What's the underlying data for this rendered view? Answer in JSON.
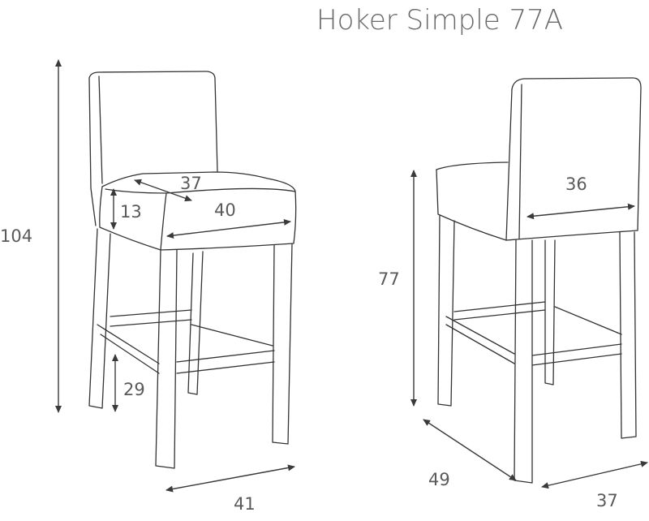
{
  "title": "Hoker Simple 77A",
  "dimensions": {
    "total_height": "104",
    "seat_depth": "37",
    "seat_width": "40",
    "cushion_height": "13",
    "footrest_height": "29",
    "leg_width": "41",
    "back_width": "36",
    "seat_height": "77",
    "depth": "49",
    "width": "37"
  }
}
